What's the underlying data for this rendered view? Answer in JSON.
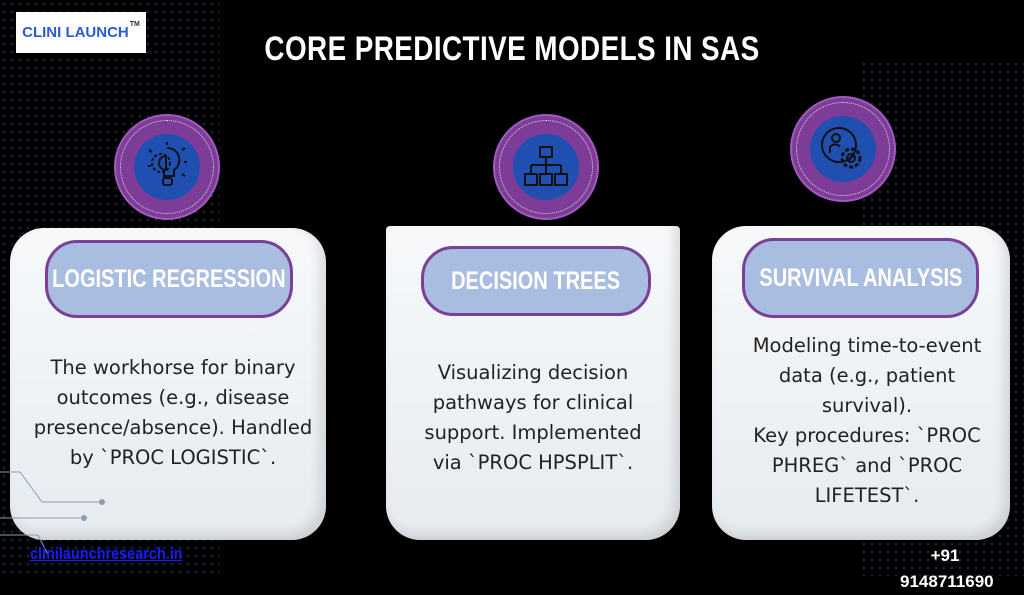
{
  "logo": {
    "text": "CLINI LAUNCH",
    "tm": "TM"
  },
  "title": "CORE PREDICTIVE MODELS IN SAS",
  "cards": [
    {
      "heading": "LOGISTIC REGRESSION",
      "icon": "lightbulb-gear-icon",
      "lines": [
        "The workhorse for binary",
        "outcomes (e.g., disease",
        "presence/absence). Handled",
        "by `PROC LOGISTIC`."
      ]
    },
    {
      "heading": "DECISION TREES",
      "icon": "hierarchy-icon",
      "lines": [
        "Visualizing decision",
        "pathways for clinical",
        "support. Implemented",
        "via `PROC HPSPLIT`."
      ]
    },
    {
      "heading": "SURVIVAL ANALYSIS",
      "icon": "user-gear-icon",
      "lines": [
        "Modeling time-to-event",
        "data (e.g., patient",
        "survival).",
        "Key procedures: `PROC",
        "PHREG` and `PROC",
        "LIFETEST`."
      ]
    }
  ],
  "footer": {
    "website": "clinilaunchresearch.in",
    "phone_prefix": "+91",
    "phone": "9148711690"
  },
  "colors": {
    "purple": "#7d3c98",
    "blue": "#1f4fb0",
    "pill": "#a9bde0"
  }
}
